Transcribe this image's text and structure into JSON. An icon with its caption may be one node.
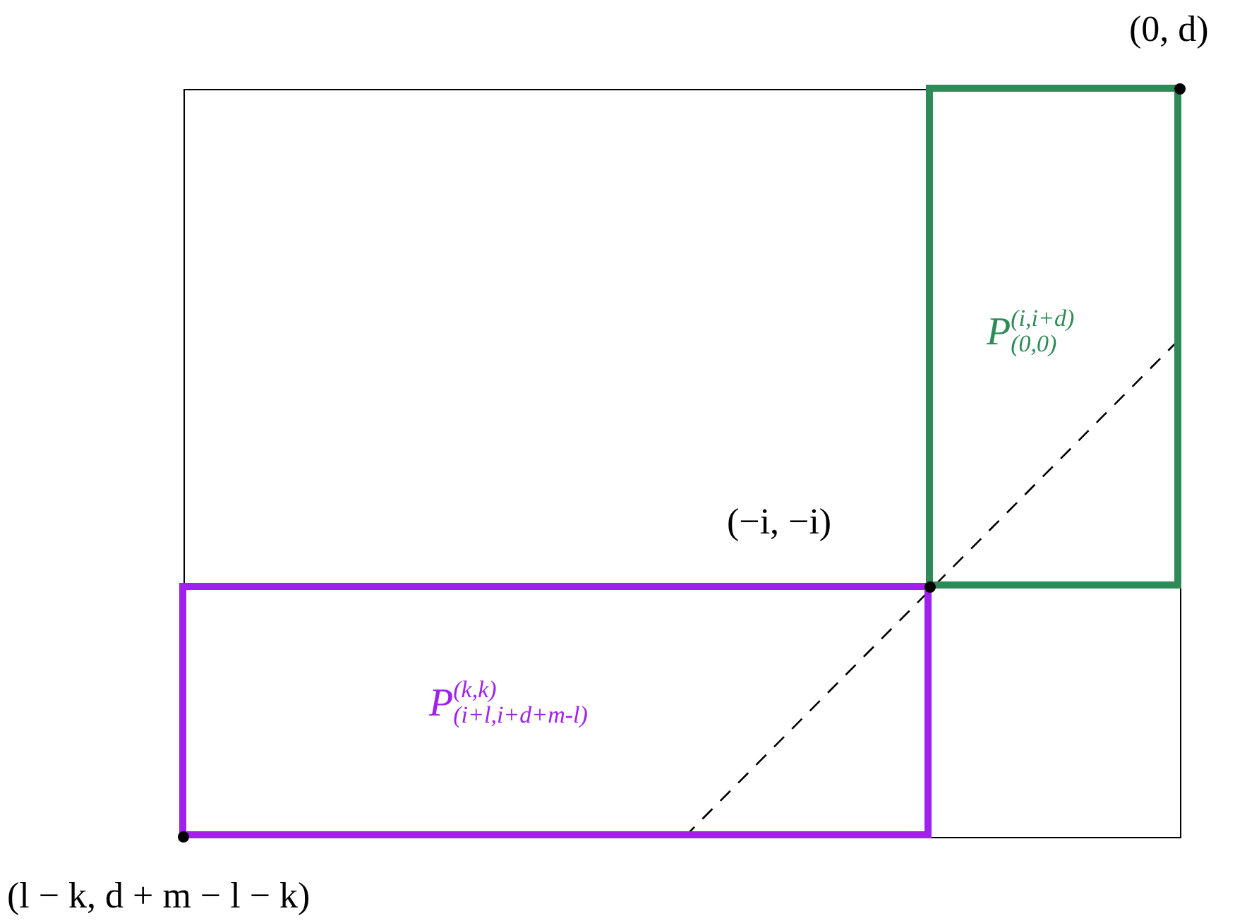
{
  "diagram": {
    "nodes": [
      {
        "text": [],
        "shape": "box"
      },
      {
        "text": [
          "P$^{(i,i+d)}$$_{(0,0)}$"
        ],
        "in": 0
      },
      {
        "text": [
          "P$^{(k,k)}$$_{(i+l,i+d+m-l)}$"
        ],
        "in": 0
      }
    ],
    "labels": [
      "(0, d)",
      "(−i, −i)",
      "(l − k, d + m − l − k)"
    ]
  }
}
